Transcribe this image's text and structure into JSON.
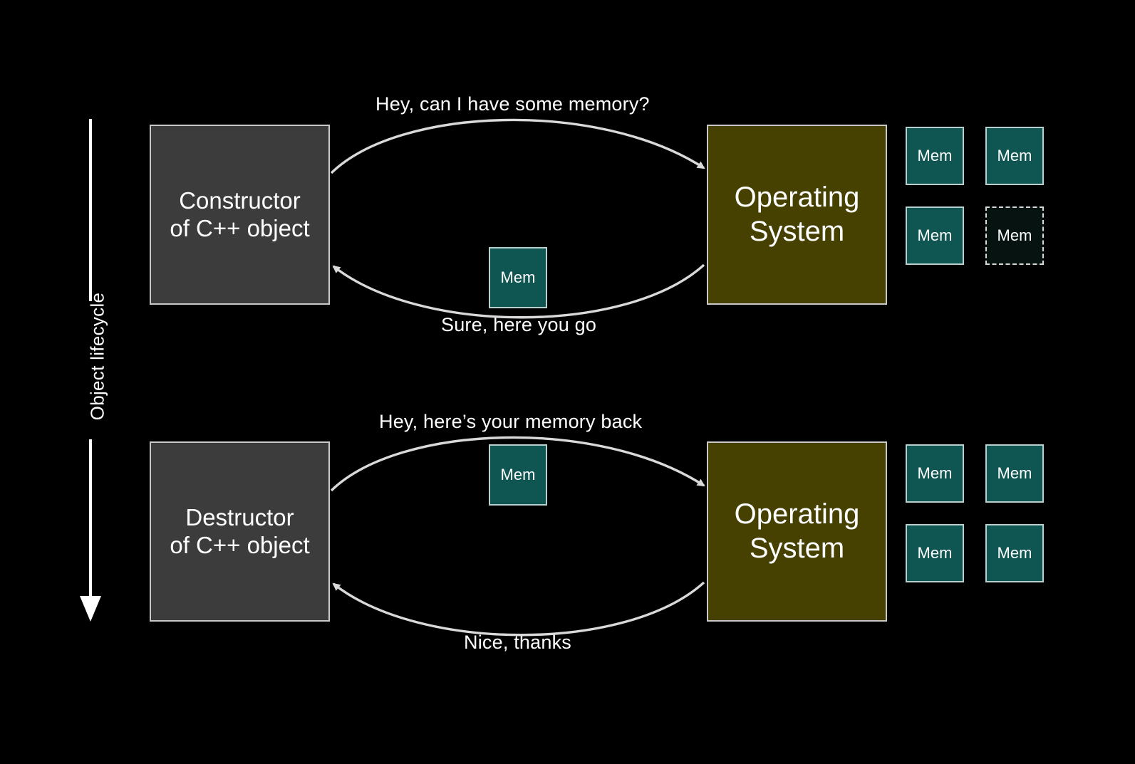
{
  "slide": {
    "background": "#000000",
    "axis_label": "Object lifecycle",
    "colors": {
      "background": "#000000",
      "actor_fill": "#3c3c3c",
      "os_fill": "#464100",
      "mem_fill": "#0f5551",
      "mem_freed_fill": "#071311",
      "border": "#c9c9c9",
      "mem_border": "#b9cfcd",
      "text": "#ffffff",
      "arrow": "#d9d9d9"
    }
  },
  "phases": [
    {
      "id": "construction",
      "actor": {
        "line1": "Constructor",
        "line2": "of C++ object"
      },
      "os": {
        "line1": "Operating",
        "line2": "System"
      },
      "request_caption": "Hey, can I have some memory?",
      "response_caption": "Sure, here you go",
      "transit_mem_label": "Mem",
      "memory_pool": [
        {
          "label": "Mem",
          "state": "allocated"
        },
        {
          "label": "Mem",
          "state": "allocated"
        },
        {
          "label": "Mem",
          "state": "allocated"
        },
        {
          "label": "Mem",
          "state": "freed"
        }
      ]
    },
    {
      "id": "destruction",
      "actor": {
        "line1": "Destructor",
        "line2": "of C++ object"
      },
      "os": {
        "line1": "Operating",
        "line2": "System"
      },
      "request_caption": "Hey, here’s your memory back",
      "response_caption": "Nice, thanks",
      "transit_mem_label": "Mem",
      "memory_pool": [
        {
          "label": "Mem",
          "state": "allocated"
        },
        {
          "label": "Mem",
          "state": "allocated"
        },
        {
          "label": "Mem",
          "state": "allocated"
        },
        {
          "label": "Mem",
          "state": "allocated"
        }
      ]
    }
  ]
}
